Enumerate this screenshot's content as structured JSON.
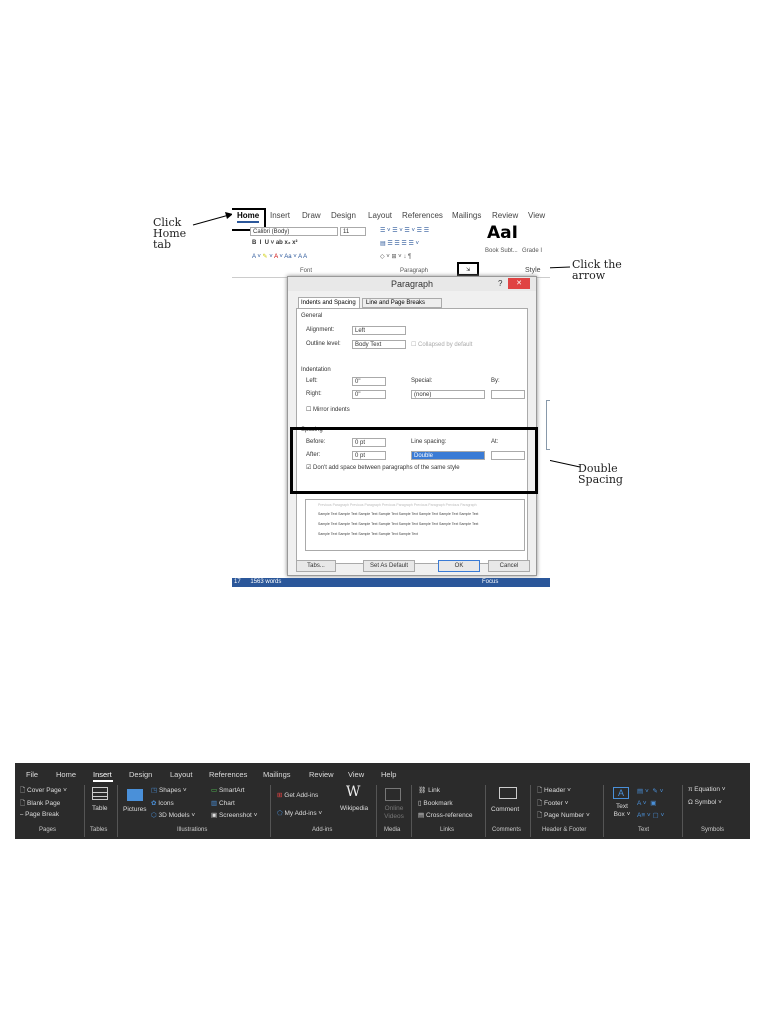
{
  "annotations": {
    "home": "Click\nHome\ntab",
    "arrow": "Click the\narrow",
    "double": "Double\nSpacing"
  },
  "word": {
    "tabs": [
      "Home",
      "Insert",
      "Draw",
      "Design",
      "Layout",
      "References",
      "Mailings",
      "Review",
      "View"
    ],
    "font_name": "Calibri (Body)",
    "font_size": "11",
    "groups": {
      "font": "Font",
      "paragraph": "Paragraph",
      "styles": "Style"
    },
    "style_preview": "AaI",
    "style_names": [
      "Book Subt...",
      "Grade I"
    ],
    "status": {
      "page": "17",
      "words": "1563 words",
      "focus": "Focus"
    }
  },
  "dialog": {
    "title": "Paragraph",
    "help": "?",
    "close": "✕",
    "tabs": [
      "Indents and Spacing",
      "Line and Page Breaks"
    ],
    "general": "General",
    "alignment_label": "Alignment:",
    "alignment": "Left",
    "outline_label": "Outline level:",
    "outline": "Body Text",
    "collapsed": "Collapsed by default",
    "indentation": "Indentation",
    "left_label": "Left:",
    "left": "0\"",
    "right_label": "Right:",
    "right": "0\"",
    "special_label": "Special:",
    "special": "(none)",
    "by_label": "By:",
    "mirror": "Mirror indents",
    "spacing": "Spacing",
    "before_label": "Before:",
    "before": "0 pt",
    "after_label": "After:",
    "after": "0 pt",
    "line_spacing_label": "Line spacing:",
    "line_spacing": "Double",
    "at_label": "At:",
    "dont_add": "Don't add space between paragraphs of the same style",
    "preview_prev": "Previous Paragraph Previous Paragraph Previous Paragraph Previous Paragraph Previous Paragraph",
    "preview_sample": "Sample Text Sample Text Sample Text Sample Text Sample Text Sample Text Sample Text Sample Text",
    "preview_last": "Sample Text Sample Text Sample Text Sample Text Sample Text",
    "buttons": {
      "tabs": "Tabs...",
      "default": "Set As Default",
      "ok": "OK",
      "cancel": "Cancel"
    }
  },
  "ribbon": {
    "tabs": [
      "File",
      "Home",
      "Insert",
      "Design",
      "Layout",
      "References",
      "Mailings",
      "Review",
      "View",
      "Help"
    ],
    "active_tab": "Insert",
    "items": {
      "cover": "Cover Page ˅",
      "blank": "Blank Page",
      "break": "Page Break",
      "table": "Table",
      "pictures": "Pictures",
      "shapes": "Shapes ˅",
      "icons": "Icons",
      "models": "3D Models ˅",
      "smartart": "SmartArt",
      "chart": "Chart",
      "screenshot": "Screenshot ˅",
      "getaddins": "Get Add-ins",
      "myaddins": "My Add-ins ˅",
      "wikipedia": "Wikipedia",
      "online": "Online Videos",
      "link": "Link",
      "bookmark": "Bookmark",
      "crossref": "Cross-reference",
      "comment": "Comment",
      "header": "Header ˅",
      "footer": "Footer ˅",
      "pagenum": "Page Number ˅",
      "textbox": "Text Box ˅",
      "equation": "Equation ˅",
      "symbol": "Symbol ˅"
    },
    "groups": [
      "Pages",
      "Tables",
      "Illustrations",
      "Add-ins",
      "Media",
      "Links",
      "Comments",
      "Header & Footer",
      "Text",
      "Symbols"
    ]
  }
}
